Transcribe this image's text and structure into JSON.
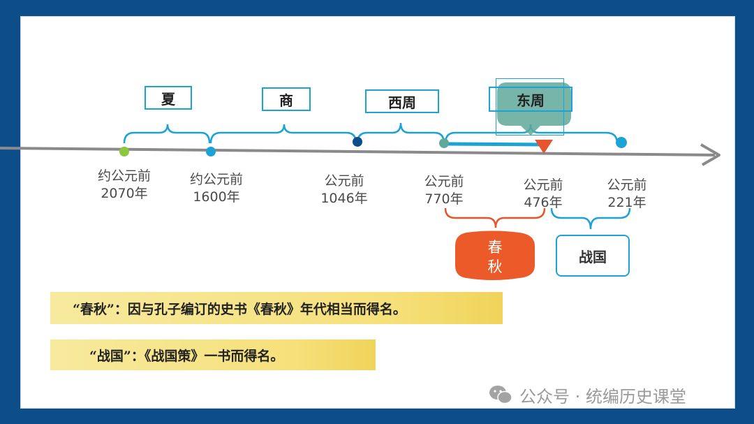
{
  "dynasties": {
    "xia": "夏",
    "shang": "商",
    "western_zhou": "西周",
    "eastern_zhou": "东周",
    "chunqiu": [
      "春",
      "秋"
    ],
    "zhanguo": "战国"
  },
  "dates": [
    {
      "line1": "约公元前",
      "line2": "2070年"
    },
    {
      "line1": "约公元前",
      "line2": "1600年"
    },
    {
      "line1": "公元前",
      "line2": "1046年"
    },
    {
      "line1": "公元前",
      "line2": "770年"
    },
    {
      "line1": "公元前",
      "line2": "476年"
    },
    {
      "line1": "公元前",
      "line2": "221年"
    }
  ],
  "notes": {
    "chunqiu": "“春秋”：因与孔子编订的史书《春秋》年代相当而得名。",
    "zhanguo": "“战国”：《战国策》一书而得名。"
  },
  "watermark": "公众号 · 统编历史课堂",
  "colors": {
    "frame": "#0d4d8a",
    "brace": "#1ba3d6",
    "axis": "#8a8a8a",
    "dot_first": "#8dc63f",
    "dot": "#1ba3d6",
    "marker": "#e8552d",
    "chunqiu_fill": "#ec5a2a",
    "dongzhou_fill": "#5fa89a",
    "note_bg": "#f6e68a"
  }
}
